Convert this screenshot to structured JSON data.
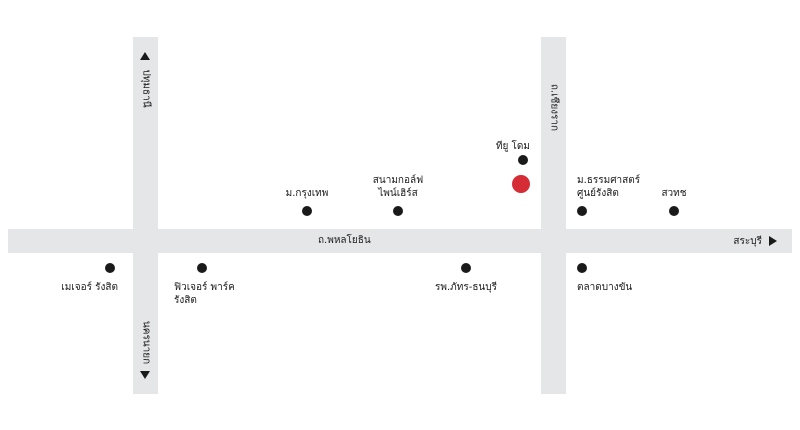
{
  "roads": {
    "phahonyothin": "ถ.พหลโยธิน",
    "chiang_rak": "ถ.เชียงราก",
    "pathum_thani": "ปทุมธานี",
    "nakhon_nayok": "นครนายก",
    "saraburi": "สระบุรี"
  },
  "places": {
    "tu_dome": "ทียู โดม",
    "golf_course": [
      "สนามกอล์ฟ",
      "ไพน์เฮิร์ส"
    ],
    "bangkok_university": "ม.กรุงเทพ",
    "thammasat": [
      "ม.ธรรมศาสตร์",
      "ศูนย์รังสิต"
    ],
    "tistr": "สวทช",
    "major_rangsit": "เมเจอร์ รังสิต",
    "future_park": [
      "ฟิวเจอร์ พาร์ค",
      "รังสิต"
    ],
    "phat_hospital": "รพ.ภัทร-ธนบุรี",
    "bang_khan_market": "ตลาดบางขัน"
  },
  "colors": {
    "road": "#e5e6e7",
    "marker": "#1a1a1a",
    "target": "#d62c35"
  }
}
